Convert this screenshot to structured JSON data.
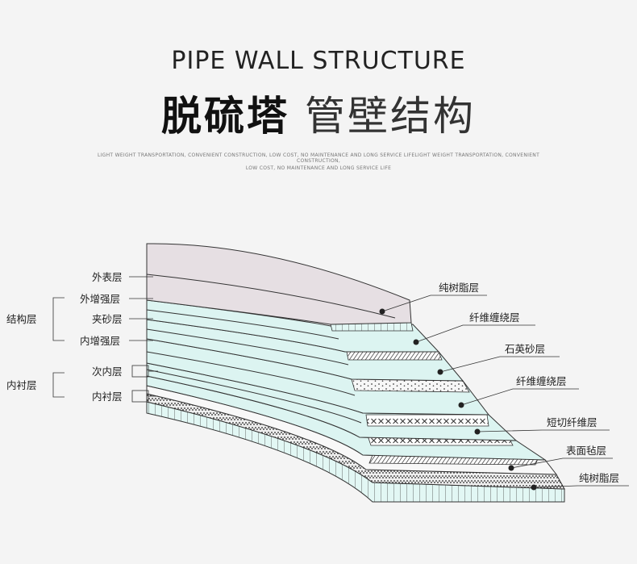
{
  "header": {
    "title_en": "PIPE WALL STRUCTURE",
    "title_cn_bold": "脱硫塔",
    "title_cn_light": "管壁结构",
    "tagline_line1": "LIGHT WEIGHT TRANSPORTATION, CONVENIENT CONSTRUCTION, LOW COST, NO MAINTENANCE AND LONG SERVICE LIFELIGHT WEIGHT TRANSPORTATION, CONVENIENT CONSTRUCTION,",
    "tagline_line2": "LOW COST, NO MAINTENANCE AND LONG SERVICE LIFE"
  },
  "left_labels": {
    "outer": "外表层",
    "outer_reinforce": "外增强层",
    "sand": "夹砂层",
    "inner_reinforce": "内增强层",
    "sub_inner": "次内层",
    "inner_lining": "内衬层",
    "group_structure": "结构层",
    "group_lining": "内衬层"
  },
  "right_labels": {
    "pure_resin_top": "纯树脂层",
    "fiber_wind_1": "纤维缠绕层",
    "quartz_sand": "石英砂层",
    "fiber_wind_2": "纤维缠绕层",
    "chopped_fiber": "短切纤维层",
    "surface_mat": "表面毡层",
    "pure_resin_bottom": "纯树脂层"
  },
  "colors": {
    "background": "#f4f4f4",
    "outer_layer": "#e6dfe3",
    "cyan_layer": "#dcf4f1",
    "white_layer": "#fbfbfb",
    "line": "#333333"
  }
}
